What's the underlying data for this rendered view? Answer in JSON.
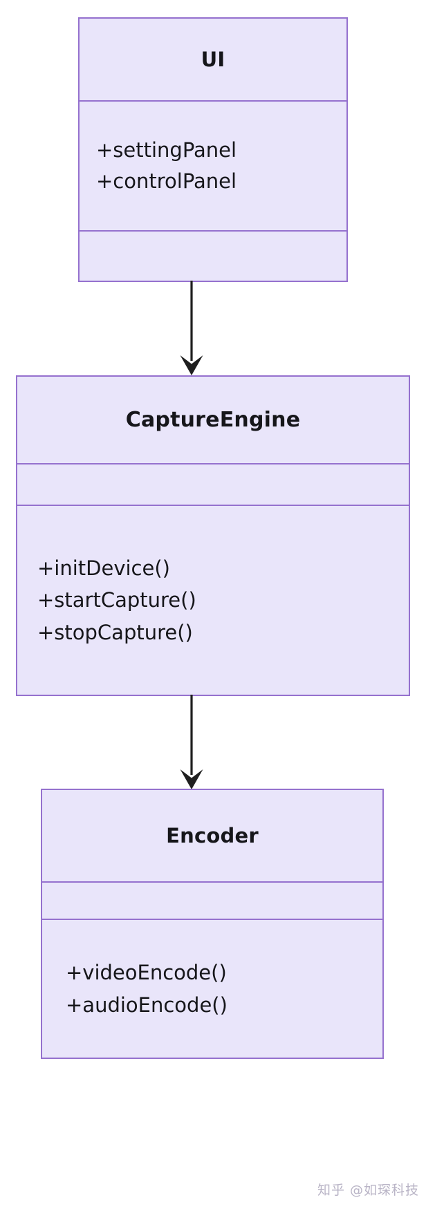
{
  "diagram": {
    "type": "uml-class-diagram",
    "background_color": "#ffffff",
    "class_fill_color": "#E9E5FA",
    "class_border_color": "#9571CE",
    "text_color": "#16161a",
    "arrow_color": "#1f1f1f",
    "classes": [
      {
        "name": "UI",
        "attributes": [
          "+settingPanel",
          "+controlPanel"
        ],
        "methods": []
      },
      {
        "name": "CaptureEngine",
        "attributes": [],
        "methods": [
          "+initDevice()",
          "+startCapture()",
          "+stopCapture()"
        ]
      },
      {
        "name": "Encoder",
        "attributes": [],
        "methods": [
          "+videoEncode()",
          "+audioEncode()"
        ]
      }
    ],
    "relations": [
      {
        "from": "UI",
        "to": "CaptureEngine",
        "style": "solid-arrow"
      },
      {
        "from": "CaptureEngine",
        "to": "Encoder",
        "style": "solid-arrow"
      }
    ]
  },
  "watermark": {
    "text": "知乎 @如琛科技",
    "color": "#b9b4c6"
  }
}
